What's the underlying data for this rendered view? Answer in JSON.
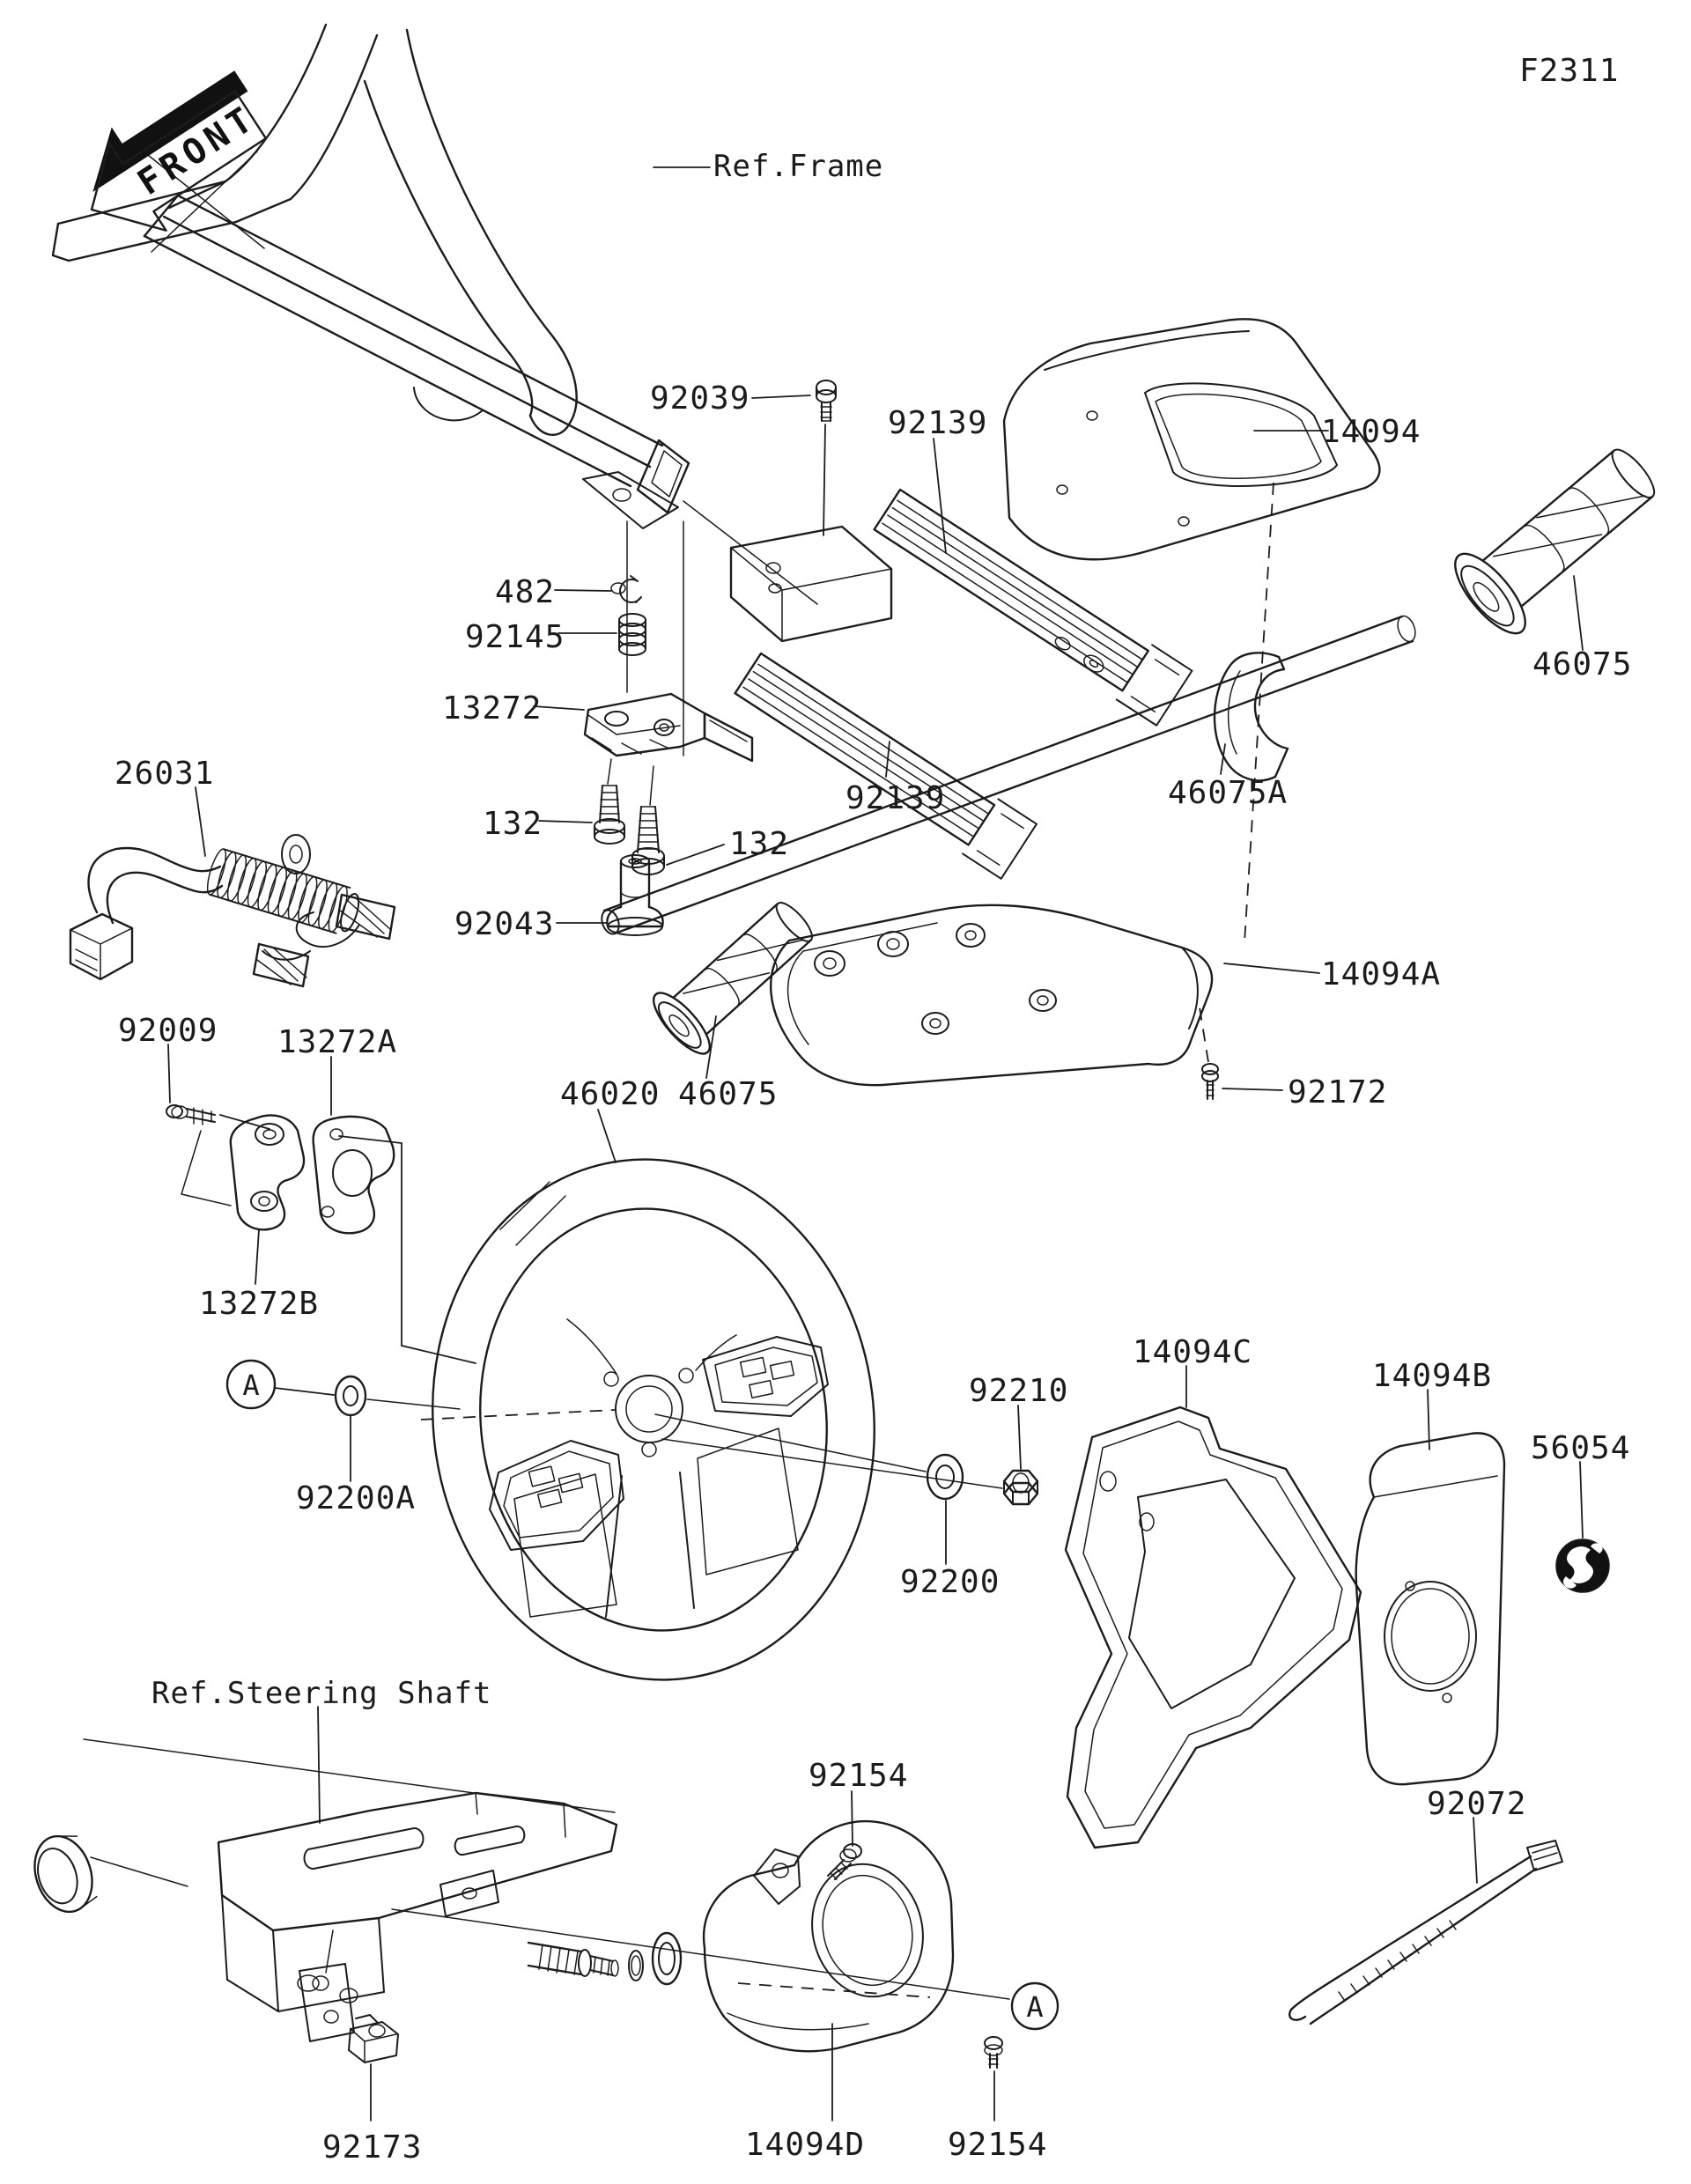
{
  "figure": {
    "code": "F2311",
    "front_label": "FRONT"
  },
  "references": {
    "frame": "Ref.Frame",
    "steering_shaft": "Ref.Steering Shaft"
  },
  "detail_markers": {
    "upper": "A",
    "lower": "A"
  },
  "parts": {
    "p92039": "92039",
    "p92139_upper": "92139",
    "p14094": "14094",
    "p482": "482",
    "p92145": "92145",
    "p13272": "13272",
    "p26031": "26031",
    "p132_left": "132",
    "p132_right": "132",
    "p92043": "92043",
    "p92139_lower": "92139",
    "p46075A": "46075A",
    "p14094A": "14094A",
    "p92172": "92172",
    "p46075_left": "46075",
    "p46075_right": "46075",
    "p46020": "46020",
    "p92009": "92009",
    "p13272A": "13272A",
    "p13272B": "13272B",
    "p92200A": "92200A",
    "p92210": "92210",
    "p92200": "92200",
    "p14094C": "14094C",
    "p14094B": "14094B",
    "p56054": "56054",
    "p92154_upper": "92154",
    "p92154_lower": "92154",
    "p92072": "92072",
    "p92173": "92173",
    "p14094D": "14094D"
  }
}
